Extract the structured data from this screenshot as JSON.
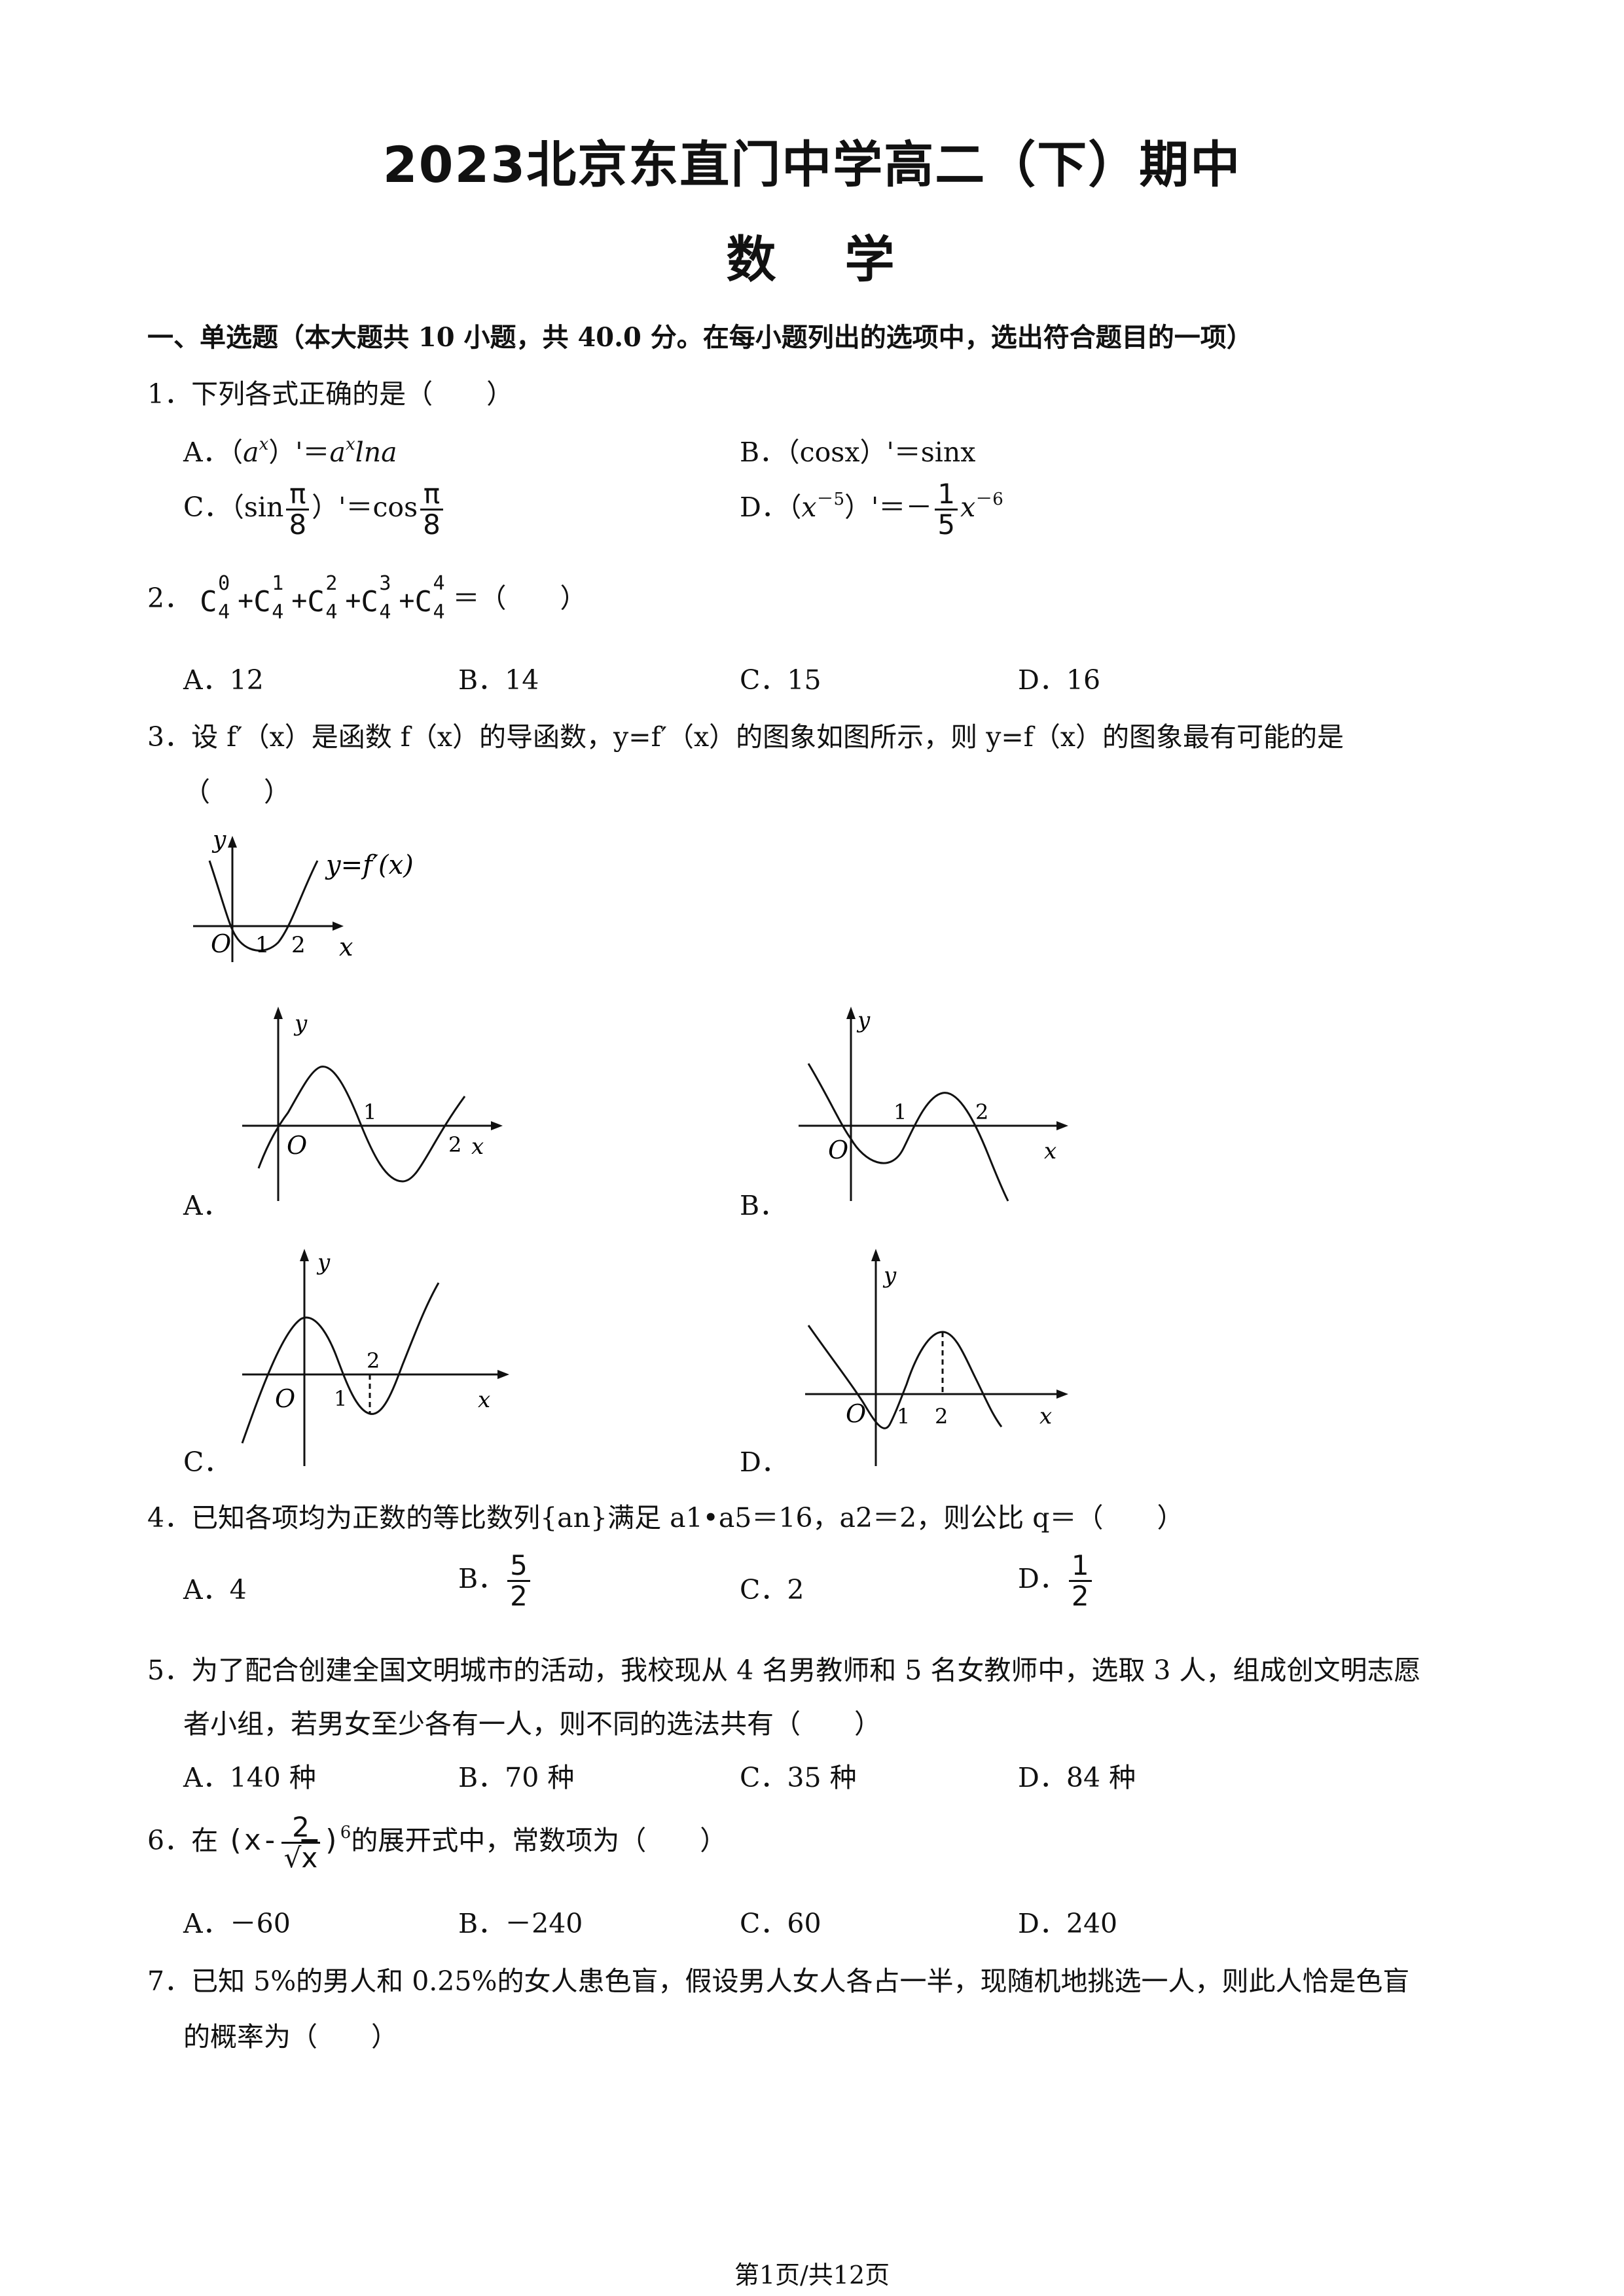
{
  "header": {
    "title": "2023北京东直门中学高二（下）期中",
    "subject": "数学"
  },
  "section1": {
    "heading": "一、单选题（本大题共 10 小题，共 40.0 分。在每小题列出的选项中，选出符合题目的一项）"
  },
  "q1": {
    "stem": "1．下列各式正确的是（　　）",
    "a_label": "A．（",
    "a_mid": "）'＝",
    "a_end": "lna",
    "b_text": "B．（cosx）'＝sinx",
    "c_label": "C．（sin",
    "c_mid": "）'＝cos",
    "pi": "π",
    "eight": "8",
    "d_label": "D．（",
    "d_mid": "）'＝－",
    "one": "1",
    "five": "5"
  },
  "q2": {
    "num": "2．",
    "c": "C",
    "n": "4",
    "k": [
      "0",
      "1",
      "2",
      "3",
      "4"
    ],
    "tail": "＝（　　）",
    "options": [
      "A．12",
      "B．14",
      "C．15",
      "D．16"
    ]
  },
  "q3": {
    "line1": "3．设 f′（x）是函数 f（x）的导函数，y=f′（x）的图象如图所示，则 y=f（x）的图象最有可能的是",
    "line2": "（　　）",
    "fig_label": "y=f′(x)",
    "axis_y": "y",
    "axis_x": "x",
    "origin": "O",
    "tick1": "1",
    "tick2": "2",
    "options": [
      "A．",
      "B．",
      "C．",
      "D．"
    ]
  },
  "q4": {
    "stem": "4．已知各项均为正数的等比数列{an}满足 a1•a5＝16，a2＝2，则公比 q＝（　　）",
    "a": "A．4",
    "b_label": "B．",
    "b_num": "5",
    "b_den": "2",
    "c": "C．2",
    "d_label": "D．",
    "d_num": "1",
    "d_den": "2"
  },
  "q5": {
    "line1": "5．为了配合创建全国文明城市的活动，我校现从 4 名男教师和 5 名女教师中，选取 3 人，组成创文明志愿",
    "line2": "者小组，若男女至少各有一人，则不同的选法共有（　　）",
    "options": [
      "A．140 种",
      "B．70 种",
      "C．35 种",
      "D．84 种"
    ]
  },
  "q6": {
    "pre": "6．在",
    "x": "x",
    "minus": "-",
    "two": "2",
    "sqrtx": "x",
    "power": "6",
    "post": "的展开式中，常数项为（　　）",
    "options": [
      "A．－60",
      "B．－240",
      "C．60",
      "D．240"
    ]
  },
  "q7": {
    "line1": "7．已知 5%的男人和 0.25%的女人患色盲，假设男人女人各占一半，现随机地挑选一人，则此人恰是色盲",
    "line2": "的概率为（　　）"
  },
  "footer": {
    "page": "第1页/共12页"
  }
}
